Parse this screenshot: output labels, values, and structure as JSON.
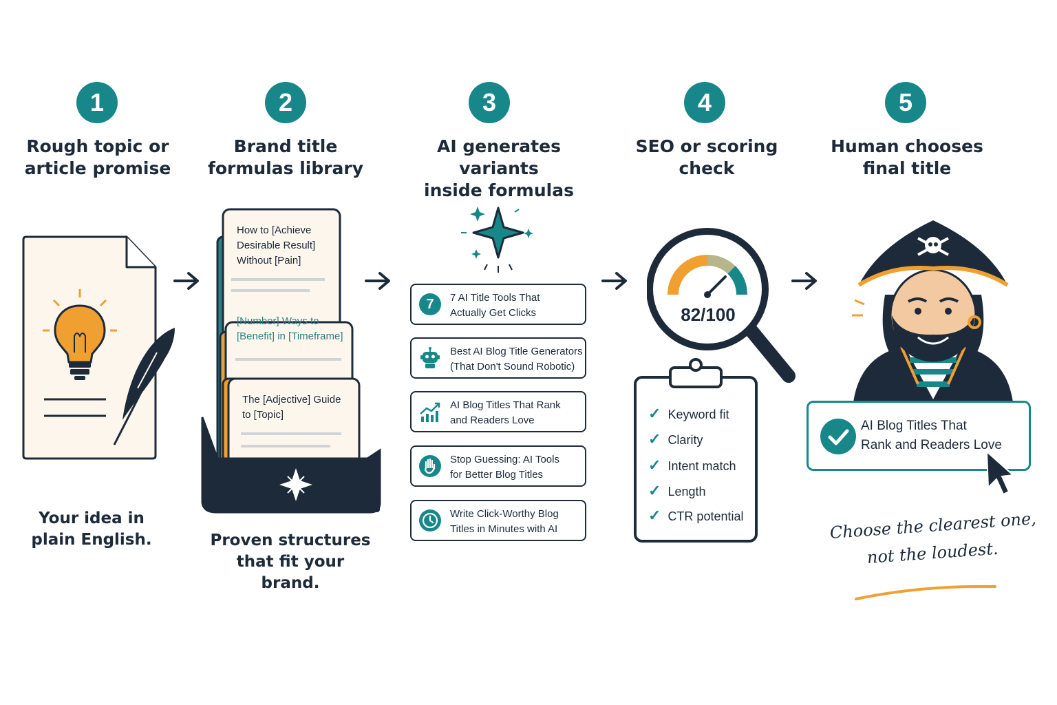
{
  "steps": [
    {
      "number": "1",
      "title_line1": "Rough topic or",
      "title_line2": "article promise"
    },
    {
      "number": "2",
      "title_line1": "Brand title",
      "title_line2": "formulas library"
    },
    {
      "number": "3",
      "title_line1": "AI generates variants",
      "title_line2": "inside formulas"
    },
    {
      "number": "4",
      "title_line1": "SEO or scoring",
      "title_line2": "check"
    },
    {
      "number": "5",
      "title_line1": "Human chooses",
      "title_line2": "final title"
    }
  ],
  "captions": {
    "step1_line1": "Your idea in",
    "step1_line2": "plain English.",
    "step2_line1": "Proven structures",
    "step2_line2": "that fit your brand."
  },
  "formula_cards": [
    {
      "line1": "How to [Achieve",
      "line2": "Desirable Result]",
      "line3": "Without [Pain]"
    },
    {
      "line1": "[Number] Ways to",
      "line2": "[Benefit] in [Timeframe]"
    },
    {
      "line1": "The [Adjective] Guide",
      "line2": "to [Topic]"
    }
  ],
  "variants": [
    {
      "icon": "number-7-badge-icon",
      "badge": "7",
      "line1": "7 AI Title Tools That",
      "line2": "Actually Get Clicks"
    },
    {
      "icon": "robot-icon",
      "line1": "Best AI Blog Title Generators",
      "line2": "(That Don't Sound Robotic)"
    },
    {
      "icon": "rising-chart-icon",
      "line1": "AI Blog Titles That Rank",
      "line2": "and Readers Love"
    },
    {
      "icon": "hand-stop-icon",
      "line1": "Stop Guessing: AI Tools",
      "line2": "for Better Blog Titles"
    },
    {
      "icon": "clock-icon",
      "line1": "Write Click-Worthy Blog",
      "line2": "Titles in Minutes with AI"
    }
  ],
  "score": {
    "value": 82,
    "max": 100,
    "label": "82/100"
  },
  "checklist": [
    "Keyword fit",
    "Clarity",
    "Intent match",
    "Length",
    "CTR potential"
  ],
  "final_title": {
    "line1": "AI Blog Titles That",
    "line2": "Rank and Readers Love"
  },
  "quote": {
    "line1": "Choose the clearest one,",
    "line2": "not the loudest."
  },
  "colors": {
    "teal": "#17878a",
    "navy": "#1c2a3a",
    "orange": "#f0a030",
    "cream": "#fdf6ec"
  }
}
